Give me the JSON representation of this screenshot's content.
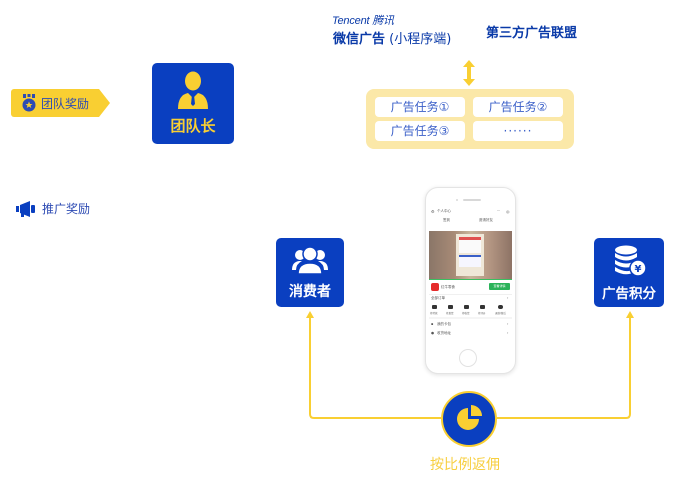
{
  "header": {
    "tencent_logo": "Tencent 腾讯",
    "wechat_ad_main": "微信广告",
    "wechat_ad_sub": " (小程序端)",
    "third_party": "第三方广告联盟"
  },
  "tasks": [
    "广告任务①",
    "广告任务②",
    "广告任务③",
    "······"
  ],
  "tags": {
    "team_reward": "团队奖励",
    "promo_reward": "推广奖励"
  },
  "cards": {
    "team_leader": "团队长",
    "consumer": "消费者",
    "ad_points": "广告积分"
  },
  "phone": {
    "top_title": "个人中心",
    "tab_left": "签到",
    "tab_right": "邀请好友",
    "store_name": "红牛零食",
    "store_button": "查看详情",
    "section_title": "全部订单",
    "order_icons": [
      "待付款",
      "待发货",
      "待收货",
      "待评价",
      "退款/售后"
    ],
    "menu_items": [
      "我的卡包",
      "收货地址"
    ]
  },
  "rebate": {
    "label": "按比例返佣"
  },
  "colors": {
    "brand_blue": "#0a3fc0",
    "accent_yellow": "#f9cf32",
    "panel_yellow": "#fbe8a8",
    "text_blue": "#2d4bb3"
  }
}
